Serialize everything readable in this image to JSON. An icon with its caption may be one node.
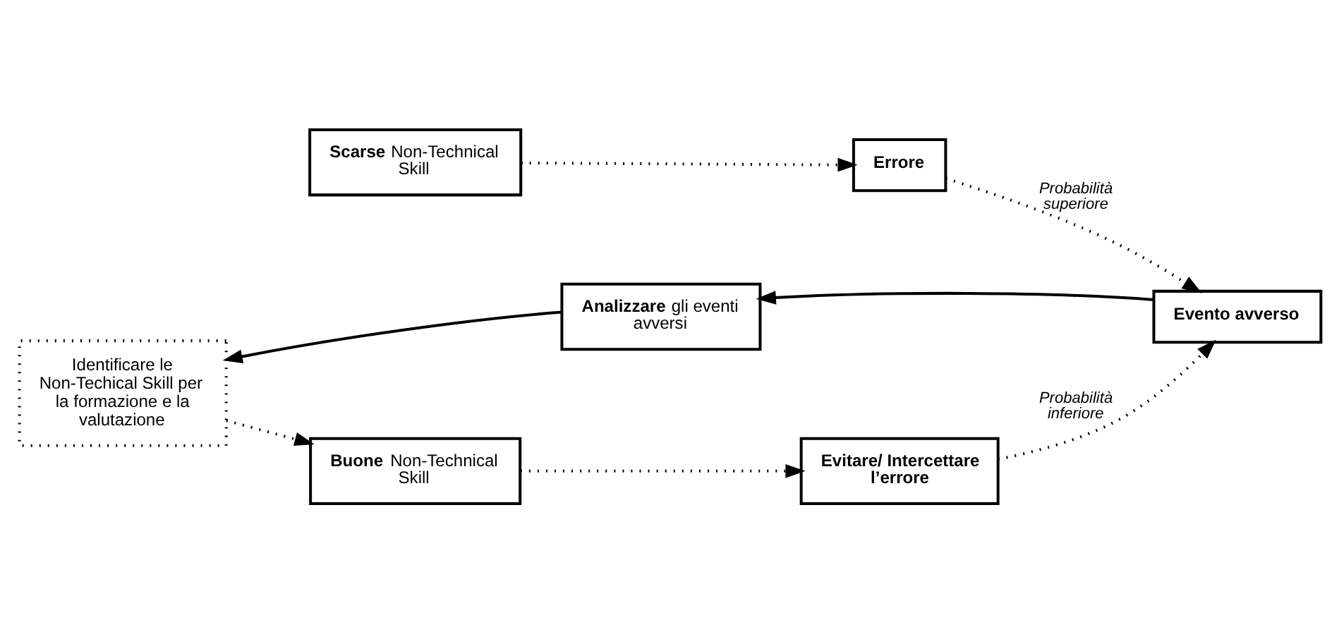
{
  "diagram": {
    "nodes": [
      {
        "text": [
          "**Analizzare** gli eventi avversi"
        ]
      },
      {
        "text": [
          "**Scarse** Non-Technical Skill"
        ]
      },
      {
        "text": [
          "Errore"
        ]
      },
      {
        "text": [
          "Identificare le Non-Techical Skill per la formazione e la valutazione"
        ]
      },
      {
        "text": [
          "**Buone** Non-Technical Skill"
        ]
      },
      {
        "text": [
          "Evitare/ Intercettare l’errore"
        ]
      },
      {
        "text": [
          "Evento avverso"
        ]
      }
    ],
    "edges": [
      {
        "from": 6,
        "to": 0,
        "arrow": "to"
      },
      {
        "from": 0,
        "to": 3,
        "arrow": "to"
      },
      {
        "from": 1,
        "to": 2,
        "arrow": "to",
        "style": "dashed"
      },
      {
        "from": 2,
        "to": 6,
        "arrow": "to",
        "style": "dashed",
        "label": "*Probabilità superiore*"
      },
      {
        "from": 3,
        "to": 4,
        "arrow": "to",
        "style": "dashed"
      },
      {
        "from": 4,
        "to": 5,
        "arrow": "to",
        "style": "dashed"
      },
      {
        "from": 5,
        "to": 6,
        "arrow": "to",
        "style": "dashed",
        "label": "*Probabilità inferiore*"
      }
    ]
  }
}
